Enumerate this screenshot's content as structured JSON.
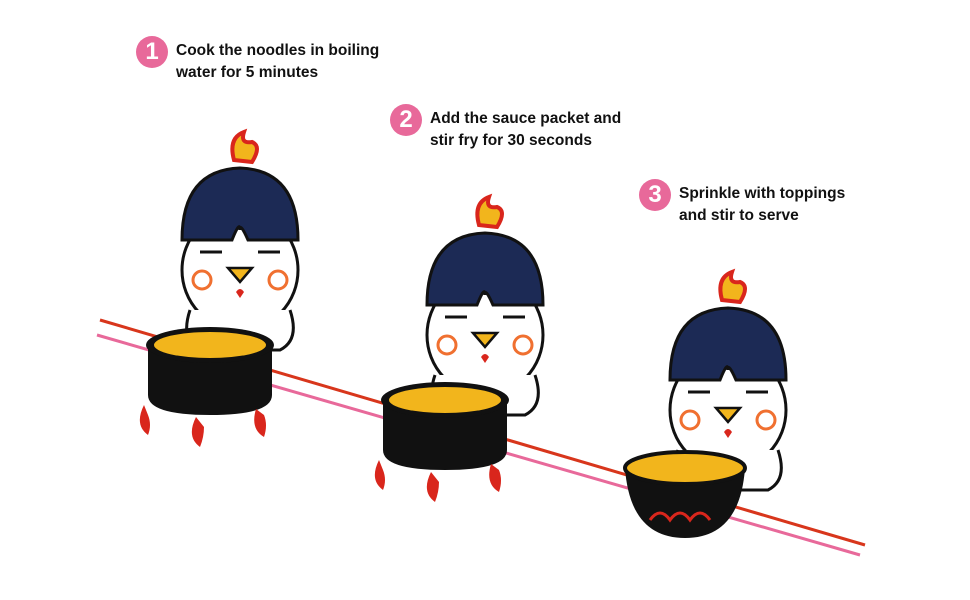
{
  "steps": [
    {
      "number": "1",
      "text": "Cook the noodles in boiling\nwater for 5 minutes"
    },
    {
      "number": "2",
      "text": "Add the sauce packet and\nstir fry for 30 seconds"
    },
    {
      "number": "3",
      "text": "Sprinkle with toppings\nand stir to serve"
    }
  ],
  "colors": {
    "badge": "#e8699a",
    "hair": "#1c2a55",
    "pot": "#111111",
    "flame": "#d9261c",
    "noodle": "#f2b51c",
    "line_red": "#d8361c",
    "line_pink": "#e8699a"
  }
}
